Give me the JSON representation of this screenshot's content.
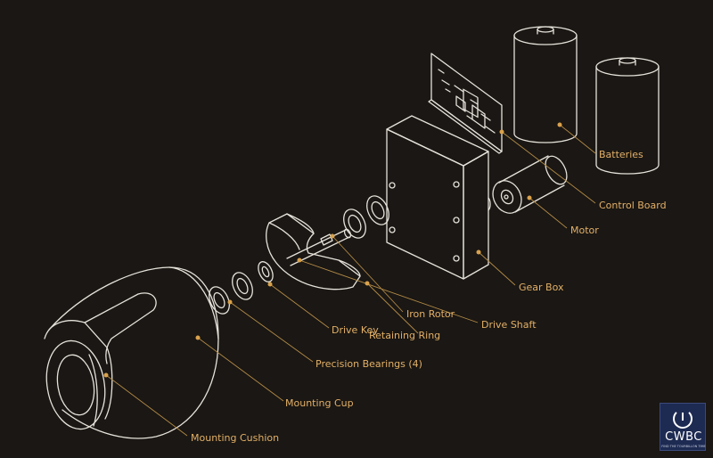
{
  "diagram": {
    "labels": {
      "batteries": "Batteries",
      "control_board": "Control Board",
      "motor": "Motor",
      "gear_box": "Gear Box",
      "drive_shaft": "Drive Shaft",
      "iron_rotor": "Iron Rotor",
      "retaining_ring": "Retaining Ring",
      "drive_key": "Drive Key",
      "precision_bearings": "Precision Bearings (4)",
      "mounting_cup": "Mounting Cup",
      "mounting_cushion": "Mounting Cushion"
    },
    "colors": {
      "background": "#1a1714",
      "line_art": "#e6e2da",
      "label": "#e3b067",
      "leader": "#b38a46"
    }
  },
  "logo": {
    "brand": "CWBC",
    "tagline": "FIND THE TOURBILLON TIME",
    "icon": "watch-winder-icon"
  }
}
